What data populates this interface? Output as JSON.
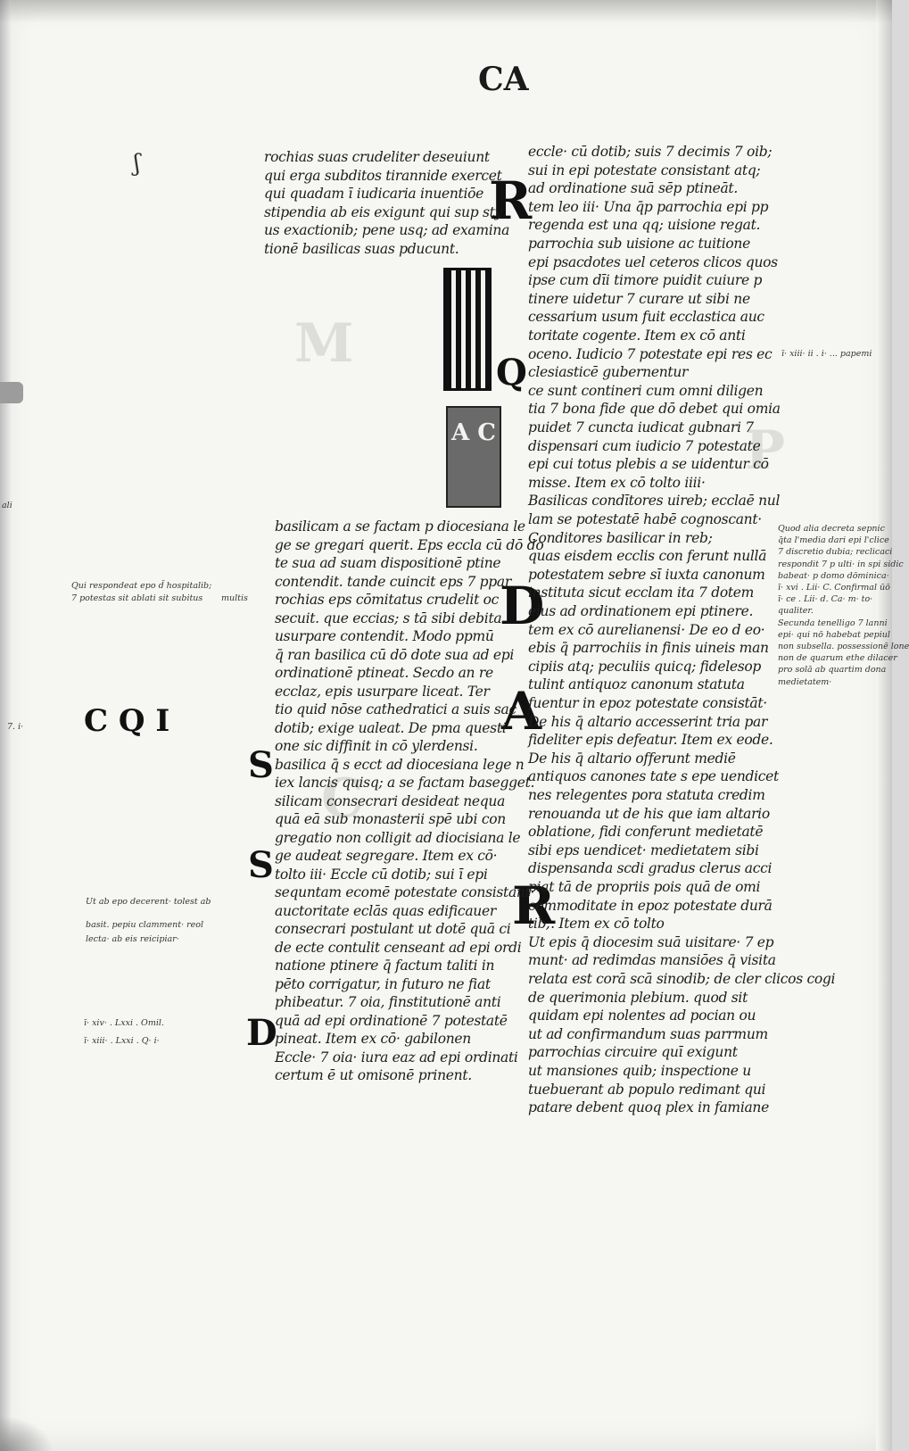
{
  "running_head": "CA",
  "margin_mark": "C Q I",
  "squiggle": "ʃ",
  "initials": {
    "c_upper": "C",
    "uu_column": "UU",
    "a_box": "A C",
    "i_left": "I",
    "r_right": "R",
    "q_mid": "Q",
    "d_right": "D",
    "a_right": "A",
    "s_left_1": "S",
    "s_left_2": "S",
    "r_right_2": "R",
    "d_left": "D"
  },
  "text_left_top": [
    "rochias suas crudeliter deseuiunt",
    "qui erga subditos tirannide exercet",
    "qui quadam ī iudicaria inuentiōe",
    "stipendia ab eis exigunt qui sup sty",
    "us exactionib; pene usq; ad examina",
    "tionē basilicas suas pducunt."
  ],
  "text_right_col": [
    "eccle· cū dotib; suis 7 decimis 7 oib;",
    "sui in epi potestate consistant atq;",
    "ad ordinatione suā sēp ptineāt.",
    "tem leo iii· Una q̄p parrochia epi pp",
    "regenda est una qq; uisione regat.",
    "parrochia sub uisione ac tuitione",
    "epi psacdotes uel ceteros clicos quos",
    "ipse cum dīi timore puidit cuiure p",
    "tinere uidetur 7 curare ut sibi ne",
    "cessarium usum fuit ecclastica auc",
    "toritate cogente. Item ex cō anti",
    "oceno. Iudicio 7 potestate epi res ec",
    "clesiasticē gubernentur",
    "ce sunt contineri cum omni diligen",
    "tia 7 bona fide que dō debet qui omia",
    "puidet 7 cuncta iudicat gubnari 7",
    "dispensari cum iudicio 7 potestate",
    "epi cui totus plebis a se uidentur cō",
    "misse. Item ex cō tolto iiii·",
    "Basilicas condītores uireb; ecclaē nul",
    "lam se potestatē habē cognoscant·",
    "Conditores basilicar in reb;",
    "quas eisdem ecclis con ferunt nullā",
    "potestatem sebre sī iuxta canonum",
    "instituta sicut ecclam ita 7 dotem",
    "eius ad ordinationem epi ptinere.",
    "tem ex cō aurelianensi· De eo d eo·",
    "ebis q̄ parrochiis in finis uineis man",
    "cipiis atq; peculiis quicq; fidelesop",
    "tulint antiquoz canonum statuta",
    "fuentur in epoz potestate consistāt·",
    "De his q̄ altario accesserint tria par",
    "fideliter epis defeatur. Item ex eode.",
    "De his q̄ altario offerunt mediē",
    "antiquos canones tate s epe uendicet",
    "nes relegentes pora statuta credim",
    "renouanda ut de his que iam altario",
    "oblatione, fidi conferunt medietatē",
    "sibi eps uendicet· medietatem sibi",
    "dispensanda scdi gradus clerus acci",
    "piat tā de propriis pois quā de omi",
    "commoditate in epoz potestate durā",
    "tib;. Item ex cō tolto",
    "Ut epis q̄ diocesim suā uisitare· 7 ep",
    "munt· ad redimdas mansiōes q̄ visita",
    "relata est corā scā sinodib; de cler clicos cogi",
    "de querimonia plebium. quod sit",
    "quidam epi nolentes ad pocian ou",
    "ut ad confirmandum suas parrmum",
    "parrochias circuire quī exigunt",
    "ut mansiones quib; inspectione u",
    "tuebuerant ab populo redimant qui",
    "patare debent quoq plex in famiane"
  ],
  "text_left_mid": [
    "basilicam a se factam p diocesiana le",
    "ge se gregari querit. Eps eccla cū dō do",
    "te sua ad suam dispositionē ptine",
    "contendit. tande cuincit eps 7 ppar",
    "rochias eps cōmitatus crudelit oc",
    "secuit. que eccias; s tā sibi debita",
    "usurpare contendit. Modo ppmū",
    "q̄ ran basilica cū dō dote sua ad epi",
    "ordinationē ptineat. Secdo an re",
    "ecclaz, epis usurpare liceat. Ter",
    "tio quid nōse cathedratici a suis sac",
    "dotib; exige ualeat. De pma questi",
    "one sic diffinit in cō ylerdensi.",
    "basilica q̄ s ecct ad diocesiana lege n",
    "iex lancis quisq; a se factam basegget.",
    "silicam consecrari desideat nequa",
    "quā eā sub monasterii spē ubi con",
    "gregatio non colligit ad diocisiana le",
    "ge audeat segregare. Item ex cō·",
    "tolto iii· Eccle cū dotib; sui ī epi",
    "sequntam ecomē potestate consistant·",
    "auctoritate eclās quas edificauer",
    "consecrari postulant ut dotē quā ci",
    "de ecte contulit censeant ad epi ordi",
    "natione ptinere q̄ factum taliti in",
    "pēto corrigatur, in futuro ne fiat",
    "phibeatur. 7 oia, finstitutionē anti",
    "quā ad epi ordinationē 7 potestatē",
    "pineat. Item ex cō· gabilonen",
    "Eccle· 7 oia· iura eaz ad epi ordinati",
    "certum ē ut omisonē prinent."
  ],
  "glosses_left": [
    "Qui respondeat epo d̄ hospitalib;",
    "7 potestas sit ablati sit subitus"
  ],
  "gloss_mid_left": "multis",
  "glosses_lower_left": [
    "Ut ab epo decerent· tolest ab",
    "basit. pepiu clamment· reol",
    "lecta· ab eis reicipiar·"
  ],
  "glosses_bottom_left": [
    "ī· xiv· . Lxxi . Omil.",
    "ī· xiii· . Lxxi . Q· i·"
  ],
  "gloss_right_top": "ī· xiii· ii . i· ... papemi",
  "glosses_right_mid": [
    "Quod alia decreta sepnic",
    "q̄ta l'media dari epi l'clice",
    "7 discretio dubia; reclicaci",
    "respondit 7 p ulti· in spi sidic",
    "babeat· p domo dōminica·",
    "ī· xvi . Lii· C. Confirmal ūō",
    "ī· ce . Lii· d. Ca· m· to·",
    "qualiter.",
    "Secunda tenelligo 7 lanni",
    "epi· qui nō habebat pepiul",
    "non subsella. possessionē lone",
    "non de quarum ethe dilacer",
    "pro solā ab quartim dona",
    "medietatem·"
  ],
  "left_margin_marks": [
    "ali",
    "7. i·"
  ],
  "ghost_letters": [
    "M",
    "C",
    "P"
  ]
}
